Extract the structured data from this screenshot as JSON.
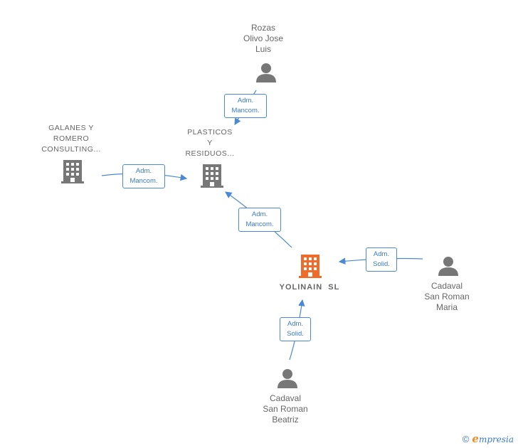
{
  "nodes": {
    "rozas": {
      "name_lines": [
        "Rozas",
        "Olivo Jose",
        "Luis"
      ],
      "kind": "person"
    },
    "galanes": {
      "name_lines": [
        "GALANES Y",
        "ROMERO",
        "CONSULTING..."
      ],
      "kind": "company"
    },
    "plasticos": {
      "name_lines": [
        "PLASTICOS",
        "Y",
        "RESIDUOS..."
      ],
      "kind": "company"
    },
    "yolinain": {
      "name_lines": [
        "YOLINAIN  SL"
      ],
      "kind": "focus-company"
    },
    "maria": {
      "name_lines": [
        "Cadaval",
        "San Roman",
        "Maria"
      ],
      "kind": "person"
    },
    "beatriz": {
      "name_lines": [
        "Cadaval",
        "San Roman",
        "Beatriz"
      ],
      "kind": "person"
    }
  },
  "edges": {
    "rozas_plasticos": {
      "line1": "Adm.",
      "line2": "Mancom."
    },
    "galanes_plasticos": {
      "line1": "Adm.",
      "line2": "Mancom."
    },
    "yolinain_plasticos": {
      "line1": "Adm.",
      "line2": "Mancom."
    },
    "maria_yolinain": {
      "line1": "Adm.",
      "line2": "Solid."
    },
    "beatriz_yolinain": {
      "line1": "Adm.",
      "line2": "Solid."
    }
  },
  "colors": {
    "edge": "#4a8ad4",
    "company_icon": "#777777",
    "focus_icon": "#f06a2a",
    "person_icon": "#777777"
  },
  "footer": {
    "copyright": "©",
    "brand_e": "e",
    "brand_rest": "mpresia"
  }
}
